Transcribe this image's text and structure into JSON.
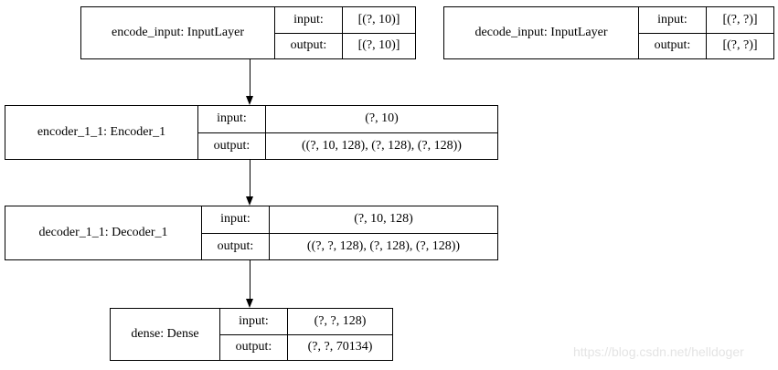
{
  "diagram_type": "keras-model-plot",
  "colors": {
    "background": "#ffffff",
    "node_border": "#000000",
    "text": "#000000",
    "edge": "#000000",
    "watermark": "#e4e4e4"
  },
  "labels": {
    "input": "input:",
    "output": "output:"
  },
  "nodes": [
    {
      "id": "encode_input",
      "label": "encode_input: InputLayer",
      "input": "[(?, 10)]",
      "output": "[(?, 10)]"
    },
    {
      "id": "decode_input",
      "label": "decode_input: InputLayer",
      "input": "[(?, ?)]",
      "output": "[(?, ?)]"
    },
    {
      "id": "encoder_1_1",
      "label": "encoder_1_1: Encoder_1",
      "input": "(?, 10)",
      "output": "((?, 10, 128), (?, 128), (?, 128))"
    },
    {
      "id": "decoder_1_1",
      "label": "decoder_1_1: Decoder_1",
      "input": "(?, 10, 128)",
      "output": "((?, ?, 128), (?, 128), (?, 128))"
    },
    {
      "id": "dense",
      "label": "dense: Dense",
      "input": "(?, ?, 128)",
      "output": "(?, ?, 70134)"
    }
  ],
  "edges": [
    {
      "from": "encode_input",
      "to": "encoder_1_1"
    },
    {
      "from": "encoder_1_1",
      "to": "decoder_1_1"
    },
    {
      "from": "decoder_1_1",
      "to": "dense"
    }
  ],
  "watermark": "https://blog.csdn.net/helldoger"
}
